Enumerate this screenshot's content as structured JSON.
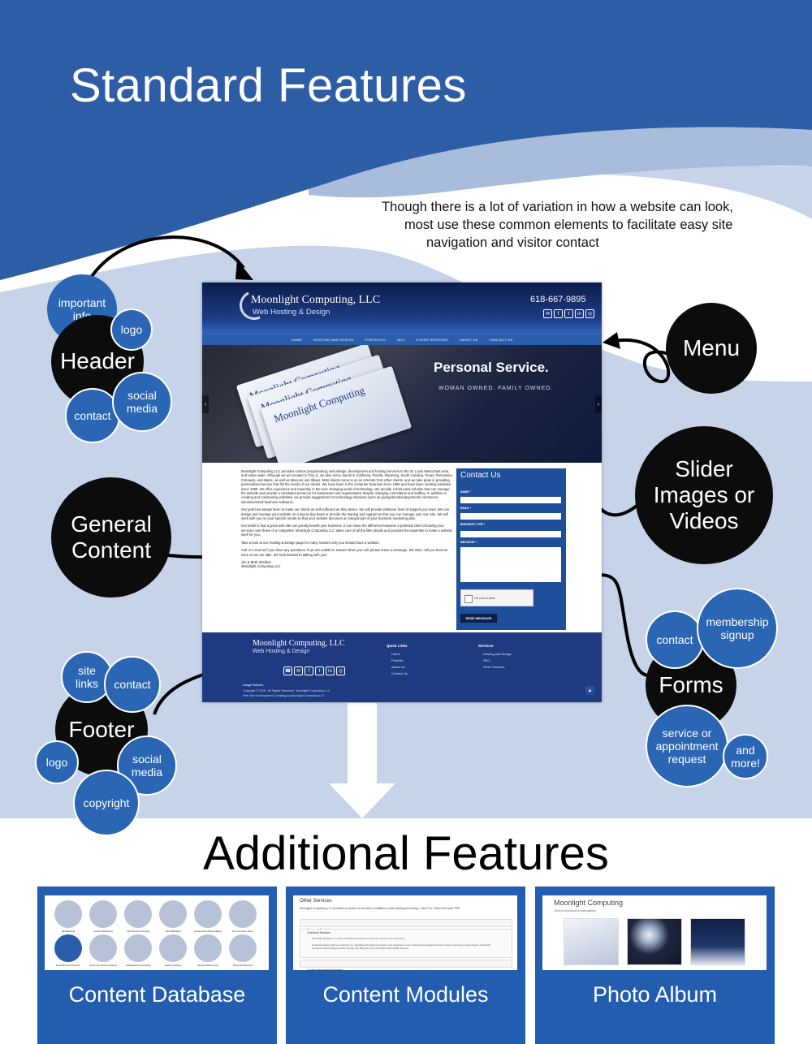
{
  "page": {
    "title": "Standard Features",
    "intro_lines": [
      "Though there is a lot of variation in how a website can look,",
      "most use these common elements to facilitate easy site",
      "navigation and visitor contact"
    ],
    "bottom_title": "Additional Features"
  },
  "colors": {
    "dark_blue": "#2c5da5",
    "light_blue": "#c6d3e8",
    "bubble_blue": "#2a66b3",
    "bubble_black": "#0c0c0c"
  },
  "bubbles": {
    "important_info": "important info",
    "logo_header": "logo",
    "header": "Header",
    "contact_header": "contact",
    "social_media_header": "social media",
    "menu": "Menu",
    "slider": "Slider Images or Videos",
    "general_content": "General Content",
    "contact_forms": "contact",
    "membership_signup": "membership signup",
    "forms": "Forms",
    "service_request": "service or appointment request",
    "and_more": "and more!",
    "site_links": "site links",
    "contact_footer": "contact",
    "footer": "Footer",
    "logo_footer": "logo",
    "social_media_footer": "social media",
    "copyright": "copyright"
  },
  "site": {
    "logo": "Moonlight Computing, LLC",
    "logo_sub": "Web Hosting & Design",
    "phone": "618-667-9895",
    "nav": [
      "HOME",
      "HOSTING AND DESIGN",
      "PORTFOLIO",
      "SEO",
      "OTHER SERVICES",
      "ABOUT US",
      "CONTACT US"
    ],
    "hero_title": "Personal Service.",
    "hero_subtitle": "WOMAN OWNED. FAMILY OWNED.",
    "hero_card_text": "Moonlight Computing",
    "body_paragraphs": [
      "Moonlight Computing LLC provides custom programming, web design, development and hosting services to the St. Louis Metro East area, and nation-wide. Although we are located in Troy IL, we also serve clients in California, Florida, Wyoming, South Carolina, Texas, Tennessee, Colorado, and Maine, as well as Missouri and Illinois. Most clients come to us as referrals from other clients, and we take pride in providing personalized service that fits the needs of our clients. We have been in the computer business since 1985 and have been creating websites since 1998. We offer experience and expertise in the ever changing world of technology. We provide a third party solution that can manage the website and provide a consistent presence for businesses and organizations despite changing committees and staffing. In addition to creating and maintaining websites, we provide suggestions for technology solutions (such as giving/donation/payment/e-commerce solutions/small business software).",
      "Our goal has always been to make our clients as self-sufficient as they desire. We will provide whatever level of support you need. We can design and manage your website on a day-to-day basis or provide the training and support so that you can manage your own site. We will work with you on your specific needs so that your website becomes an integral part of your business marketing plan.",
      "Our belief is that a great web site can greatly benefit your business. It can mean the difference between a potential client choosing your services over those of a competitor. Moonlight Computing LLC takes care of all the little details and provides the expertise to make a website work for you.",
      "Take a look at our Hosting & Design page for many reasons why you should have a website.",
      "Call or e-mail us if you have any questions. If we are unable to answer when you call, please leave a message. We WILL call you back as soon as we are able. We look forward to talking with you!",
      "Jim & Beth Sheldon",
      "Moonlight Computing LLC"
    ],
    "contact_title": "Contact Us",
    "form_labels": [
      "NAME *",
      "EMAIL *",
      "BUSINESS TYPE *",
      "MESSAGE *"
    ],
    "captcha_label": "I'm not a robot",
    "send_label": "SEND MESSAGE",
    "footer_quick_title": "Quick Links",
    "footer_quick_links": [
      "Home",
      "Portfolio",
      "About Us",
      "Contact Us"
    ],
    "footer_services_title": "Services",
    "footer_services_links": [
      "Hosting and Design",
      "SEO",
      "Other Services"
    ],
    "footer_policies": "Usage Policies",
    "footer_copyright": "Copyright © 2019 · All Rights Reserved · Moonlight Computing LLC",
    "footer_credit": "Web Site Development & Hosting by Moonlight Computing LLC"
  },
  "features": [
    {
      "label": "Content Database",
      "thumb_items": [
        "Alphabetical",
        "Animal Sheltering",
        "Churches/Community",
        "Clinic/Medical",
        "Construction/Remodeling",
        "E-Commerce Store",
        "Entertainment/Tourism",
        "Government/Associations",
        "Healthcare/Counseling",
        "Law/Consulting",
        "Lifestyle/Retirement",
        "Musicians/Studios"
      ]
    },
    {
      "label": "Content Modules",
      "thumb_title": "Other Services",
      "thumb_intro": "Moonlight Computing LLC provides a number of services in addition to web hosting and design. View Our \"Other Services\" PDF.",
      "thumb_sections": [
        "Managed Content",
        "Technical Services",
        "Content Modules/Databases"
      ],
      "thumb_detail_1": "Moonlight provides a number of technical services to meet the needs of our customers.",
      "thumb_detail_2": "Email associated with your domain (i.e. john@yourdomain.com) gives your business a more professional appearance than using a personal e-mail account. Moonlight provides email hosting services and we can help set up on computers and mobile devices."
    },
    {
      "label": "Photo Album",
      "thumb_title": "Moonlight Computing",
      "thumb_sub": "Click on thumbnail to view gallery"
    }
  ]
}
